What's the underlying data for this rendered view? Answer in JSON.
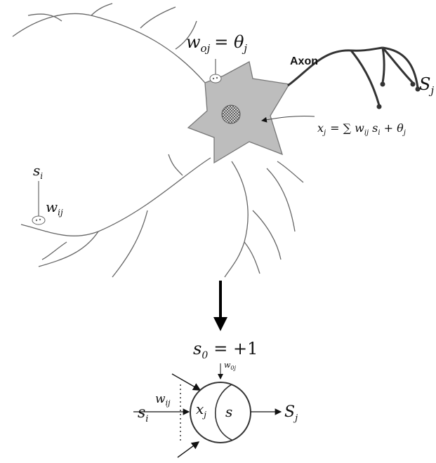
{
  "neuron": {
    "bias_weight_label": "w",
    "bias_weight_sub": "oj",
    "bias_eq": "= θ",
    "bias_eq_sub": "j",
    "axon_label": "Axon",
    "output_label": "S",
    "output_sub": "j",
    "activation_lhs": "x",
    "activation_lhs_sub": "j",
    "activation_rhs": "= ∑ w",
    "activation_w_sub": "ij",
    "activation_s": "s",
    "activation_s_sub": "i",
    "activation_plus": "+ θ",
    "activation_theta_sub": "j",
    "input_label": "s",
    "input_sub": "i",
    "weight_label": "w",
    "weight_sub": "ij"
  },
  "model": {
    "bias_input": "s",
    "bias_input_sub": "0",
    "bias_input_eq": "= +1",
    "bias_weight": "w",
    "bias_weight_sub": "0j",
    "input": "s",
    "input_sub": "i",
    "weight": "w",
    "weight_sub": "ij",
    "sum_node": "x",
    "sum_node_sub": "j",
    "activation_node": "s",
    "output": "S",
    "output_sub": "j"
  },
  "colors": {
    "soma_fill": "#bdbdbd",
    "line": "#555555",
    "axon": "#333333"
  }
}
